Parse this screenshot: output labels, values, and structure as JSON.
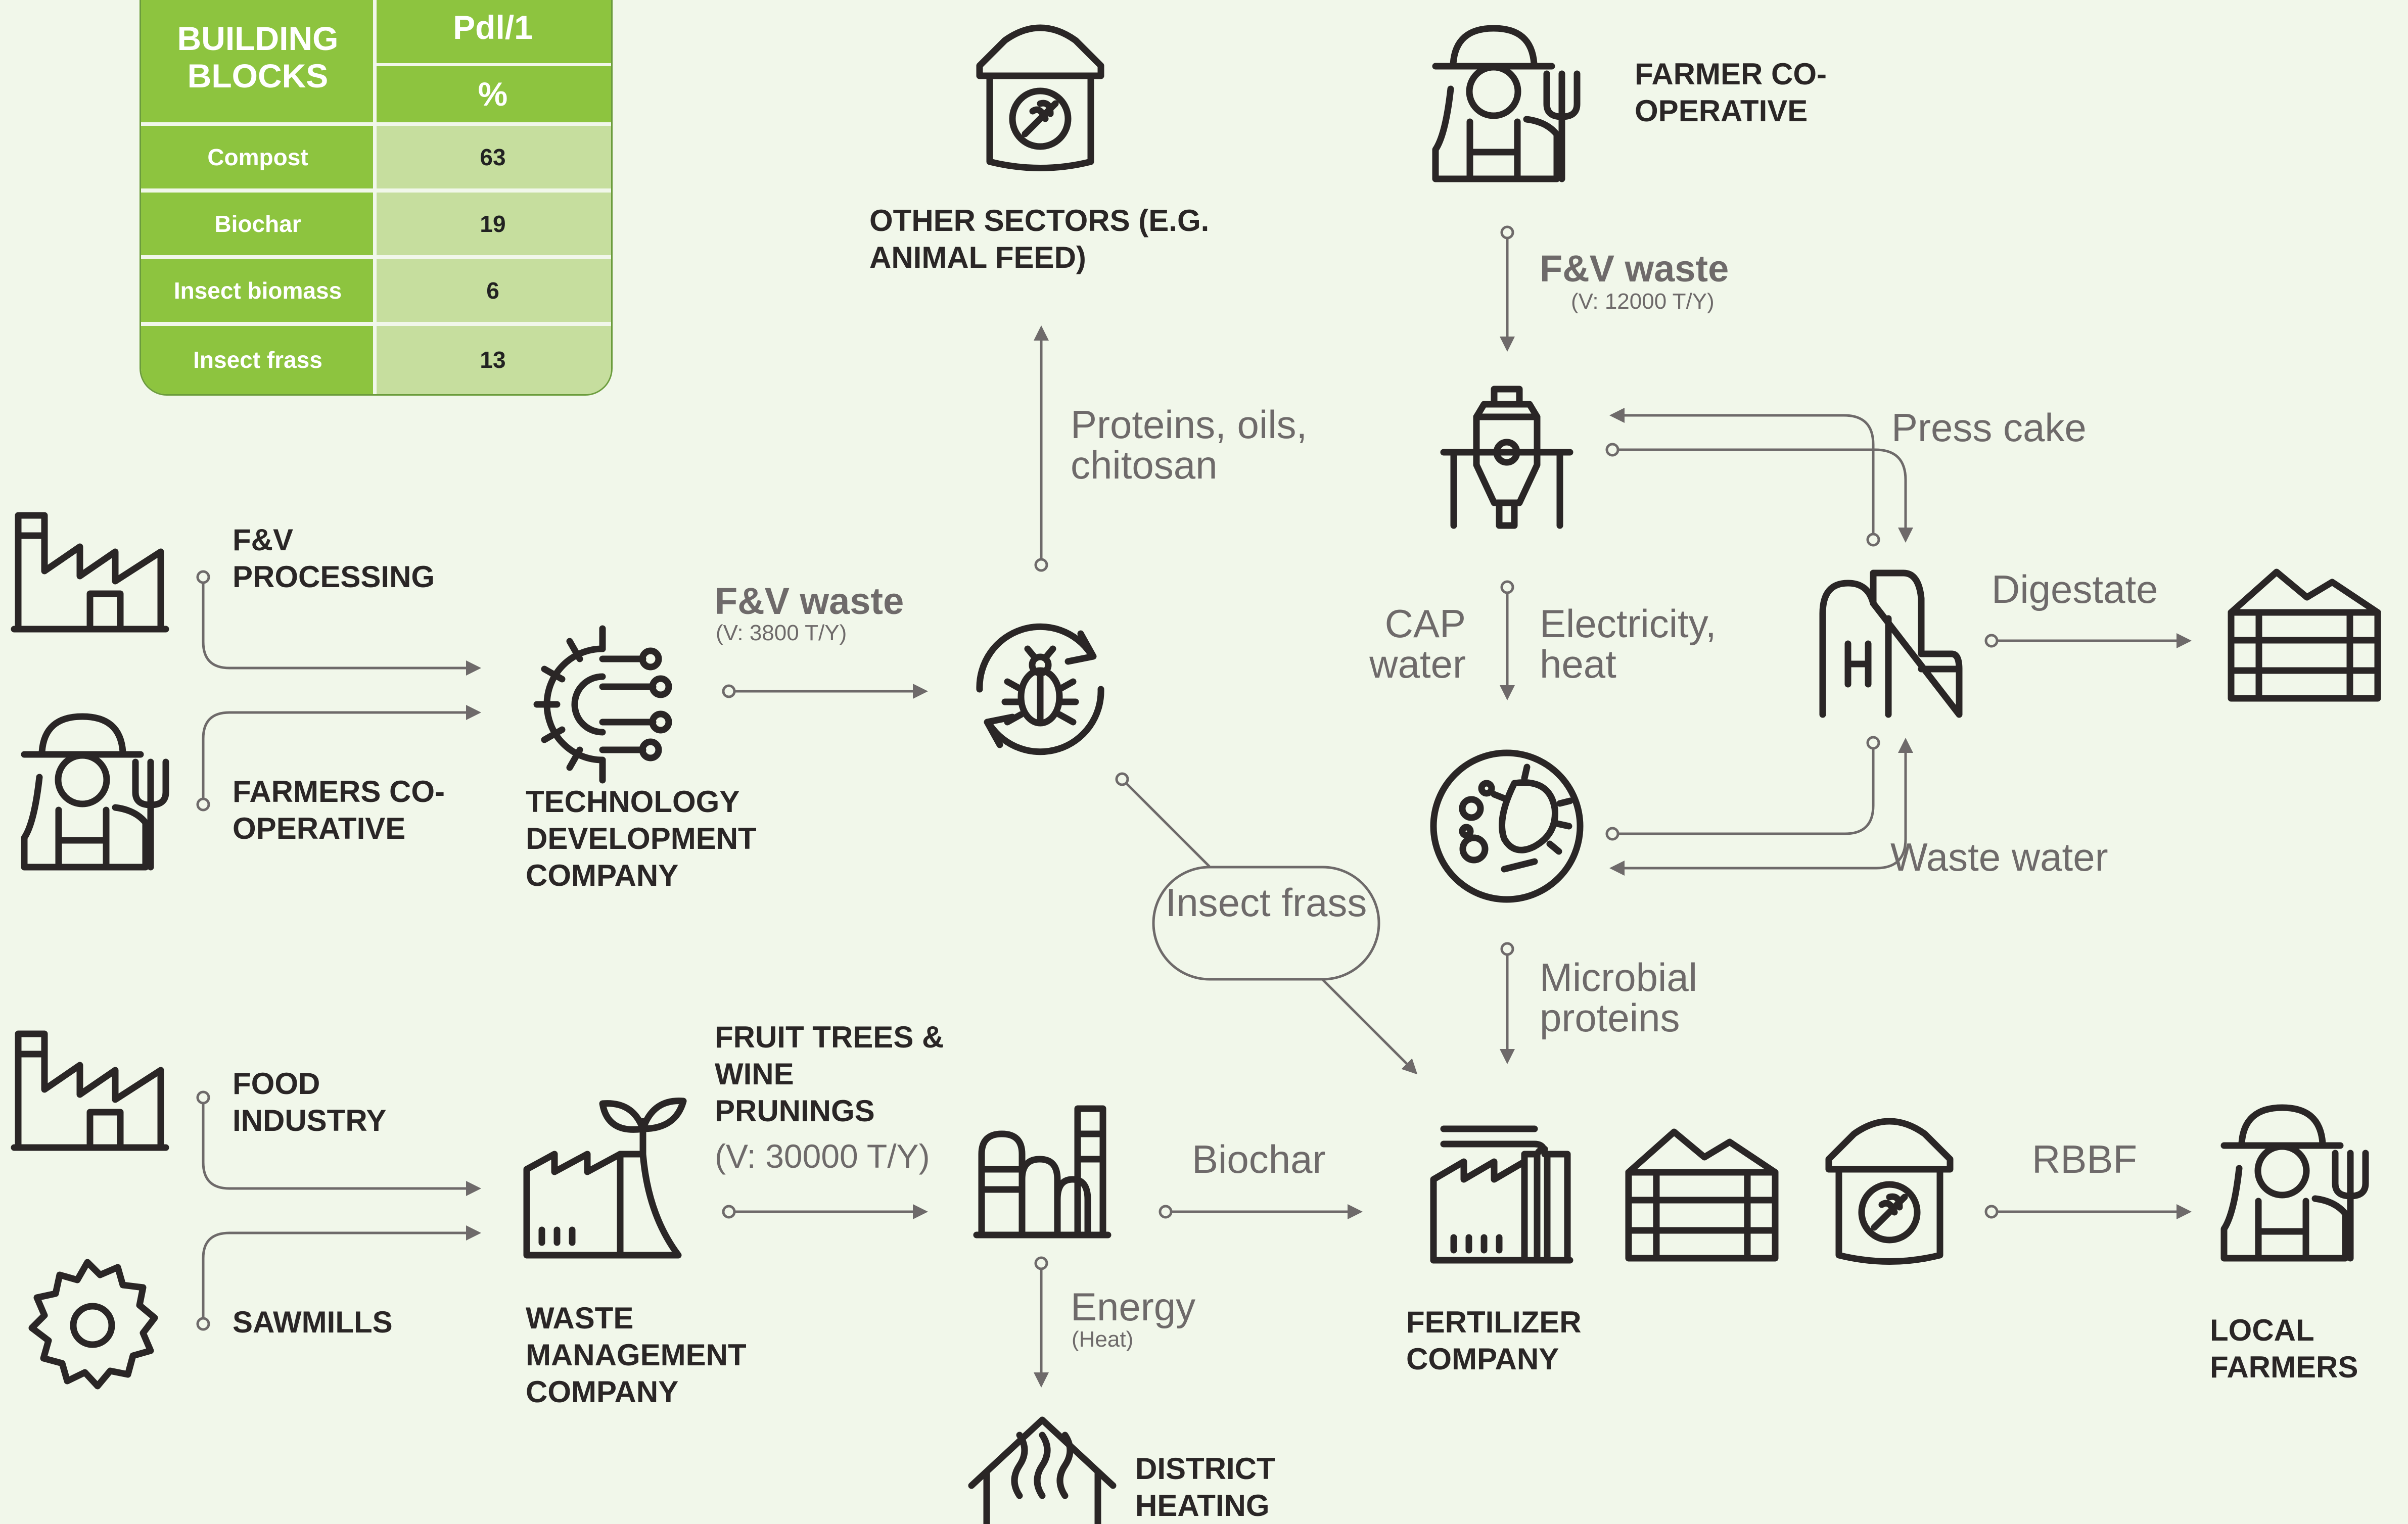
{
  "table": {
    "header_left": "BUILDING BLOCKS",
    "header_right": "Pdl/1",
    "unit": "%",
    "rows": [
      {
        "name": "Compost",
        "value": "63"
      },
      {
        "name": "Biochar",
        "value": "19"
      },
      {
        "name": "Insect biomass",
        "value": "6"
      },
      {
        "name": "Insect frass",
        "value": "13"
      }
    ]
  },
  "nodes": {
    "fv_processing": "F&V PROCESSING",
    "farmers_coop_left": "FARMERS CO-OPERATIVE",
    "tech_dev": "TECHNOLOGY DEVELOPMENT COMPANY",
    "other_sectors": "OTHER SECTORS (E.G. ANIMAL FEED)",
    "farmer_coop_top": "FARMER CO-OPERATIVE",
    "food_industry": "FOOD INDUSTRY",
    "sawmills": "SAWMILLS",
    "waste_mgmt": "WASTE MANAGEMENT COMPANY",
    "fertilizer": "FERTILIZER COMPANY",
    "local_farmers": "LOCAL FARMERS",
    "district_heating": "DISTRICT HEATING"
  },
  "flows": {
    "fv_waste_left": "F&V waste",
    "fv_waste_left_vol": "(V: 3800 T/Y)",
    "fv_waste_top": "F&V waste",
    "fv_waste_top_vol": "(V: 12000 T/Y)",
    "proteins": "Proteins, oils, chitosan",
    "press_cake": "Press cake",
    "cap_water": "CAP water",
    "electricity": "Electricity, heat",
    "digestate": "Digestate",
    "waste_water": "Waste water",
    "microbial": "Microbial proteins",
    "insect_frass": "Insect frass",
    "prunings": "FRUIT TREES & WINE PRUNINGS",
    "prunings_vol": "(V: 30000 T/Y)",
    "biochar": "Biochar",
    "energy": "Energy",
    "energy_sub": "(Heat)",
    "rbbf": "RBBF"
  },
  "colors": {
    "background": "#f1f7ea",
    "table_green": "#8dc43f",
    "table_light": "#c6de9e",
    "text_dark": "#2a2626",
    "flow_grey": "#6e6a6a"
  }
}
